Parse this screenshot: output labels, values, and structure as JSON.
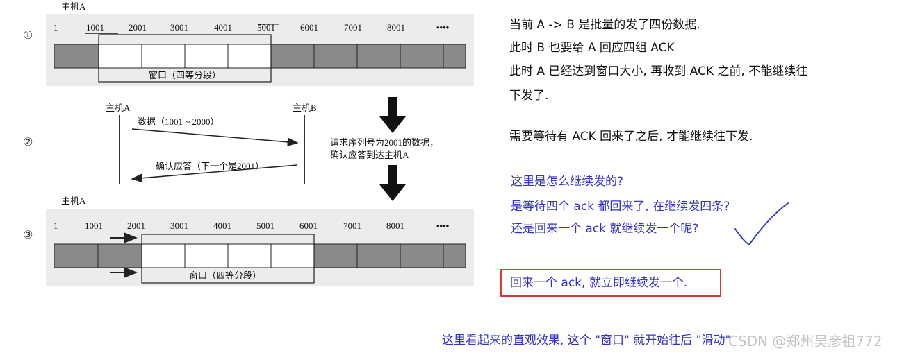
{
  "diagram": {
    "host_a": "主机A",
    "host_b": "主机B",
    "step_labels": [
      "①",
      "②",
      "③"
    ],
    "seq_numbers": [
      "1",
      "1001",
      "2001",
      "3001",
      "4001",
      "5001",
      "6001",
      "7001",
      "8001",
      "••••"
    ],
    "window_label": "窗口（四等分段）",
    "data_message": "数据（1001 ~ 2000）",
    "ack_message": "确认应答（下一个是2001）",
    "request_note": [
      "请求序列号为2001的数据，",
      "确认应答到达主机A"
    ]
  },
  "notes": {
    "black_lines": [
      "当前 A -> B 是批量的发了四份数据.",
      "此时 B 也要给 A 回应四组 ACK",
      "此时 A 已经达到窗口大小, 再收到 ACK 之前, 不能继续往",
      "下发了.",
      "需要等待有 ACK 回来了之后, 才能继续往下发."
    ],
    "blue_questions": [
      "这里是怎么继续发的?",
      "是等待四个 ack 都回来了, 在继续发四条?",
      "还是回来一个 ack 就继续发一个呢?"
    ],
    "answer": "回来一个 ack, 就立即继续发一个.",
    "bottom_caption": "这里看起来的直观效果, 这个 \"窗口\" 就开始往后 \"滑动\"",
    "watermark": "CSDN @郑州吴彦祖772"
  },
  "colors": {
    "strip_fill": "#8a8a8a",
    "panel_bg": "#ececec",
    "note_blue": "#3333cc",
    "answer_box_red": "#d63a3a",
    "check_mark": "#3a3acc"
  }
}
